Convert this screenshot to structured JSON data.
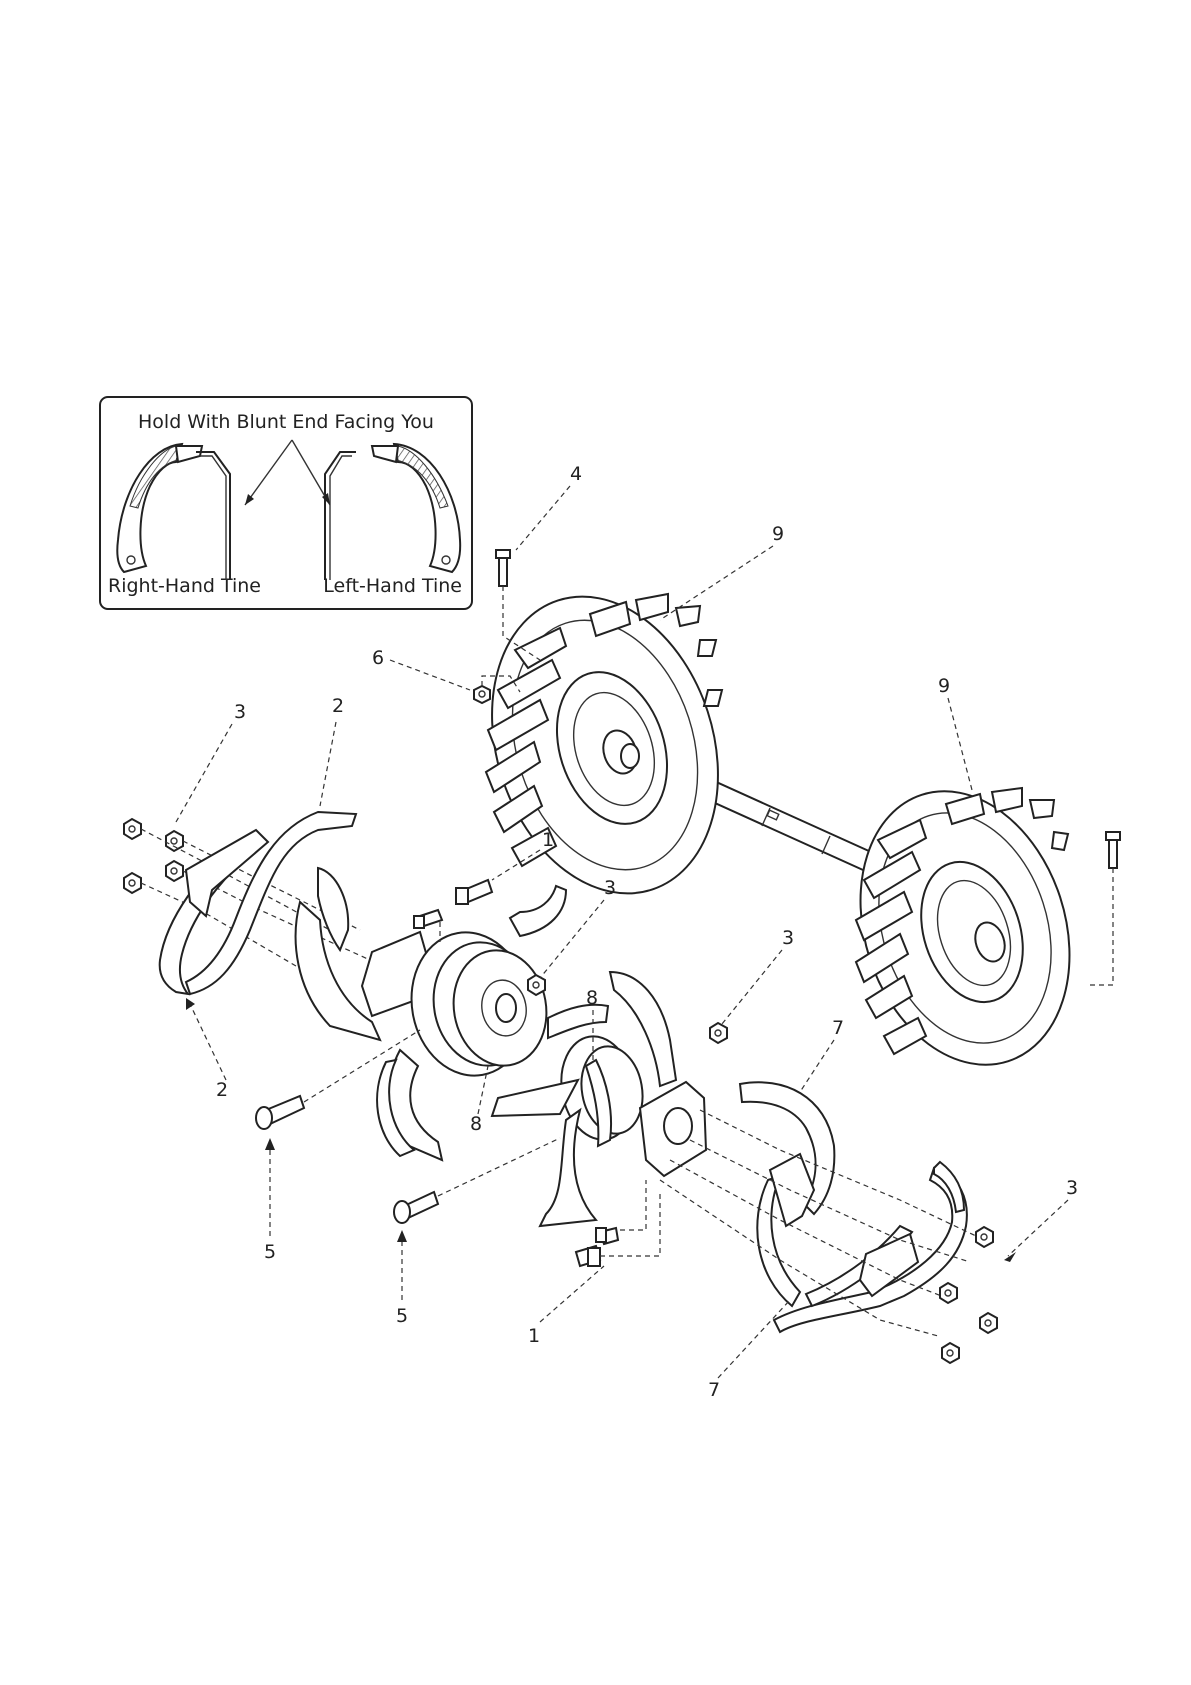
{
  "inset": {
    "title": "Hold With Blunt End Facing You",
    "right_label": "Right-Hand Tine",
    "left_label": "Left-Hand Tine"
  },
  "callouts": {
    "c1a": "1",
    "c1b": "1",
    "c2a": "2",
    "c2b": "2",
    "c3a": "3",
    "c3b": "3",
    "c3c": "3",
    "c3d": "3",
    "c4": "4",
    "c5a": "5",
    "c5b": "5",
    "c6": "6",
    "c7a": "7",
    "c7b": "7",
    "c8a": "8",
    "c8b": "8",
    "c9a": "9",
    "c9b": "9"
  }
}
